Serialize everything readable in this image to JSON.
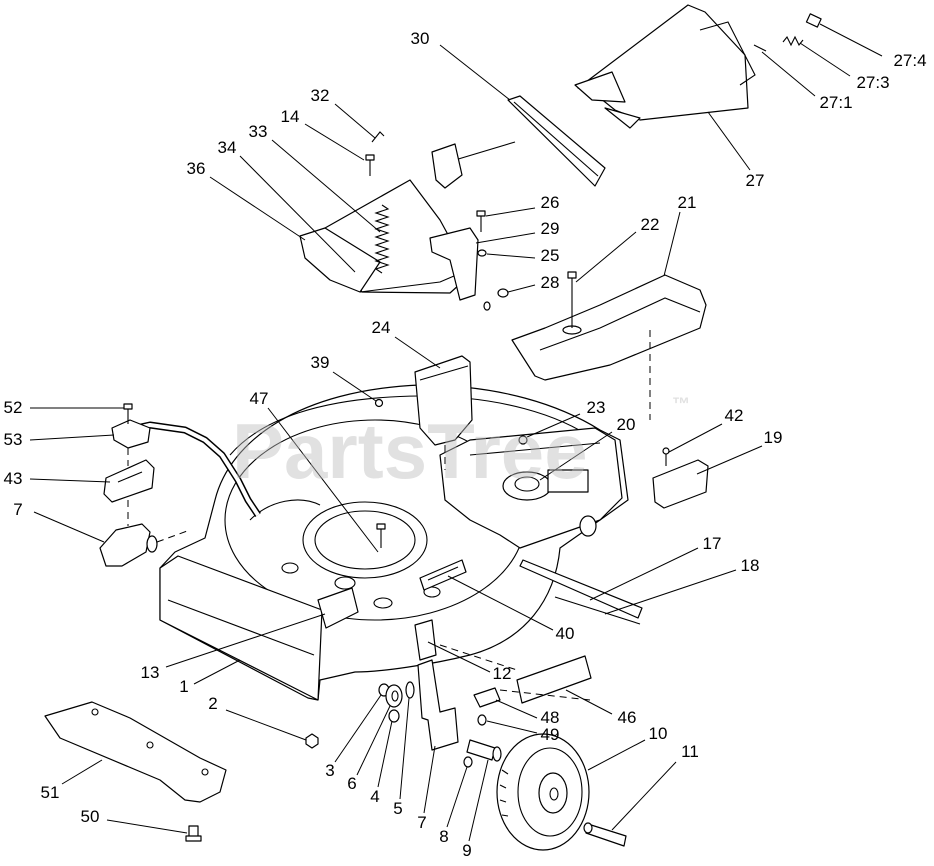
{
  "diagram": {
    "watermark": "PartsTree",
    "watermark_mark": "™"
  },
  "callouts": [
    "30",
    "27:4",
    "27:3",
    "27:1",
    "27",
    "32",
    "14",
    "33",
    "34",
    "36",
    "26",
    "29",
    "25",
    "28",
    "22",
    "21",
    "24",
    "39",
    "47",
    "23",
    "20",
    "42",
    "19",
    "52",
    "53",
    "43",
    "7",
    "17",
    "18",
    "40",
    "13",
    "1",
    "12",
    "2",
    "48",
    "49",
    "46",
    "10",
    "11",
    "3",
    "6",
    "4",
    "5",
    "7",
    "8",
    "9",
    "51",
    "50"
  ]
}
